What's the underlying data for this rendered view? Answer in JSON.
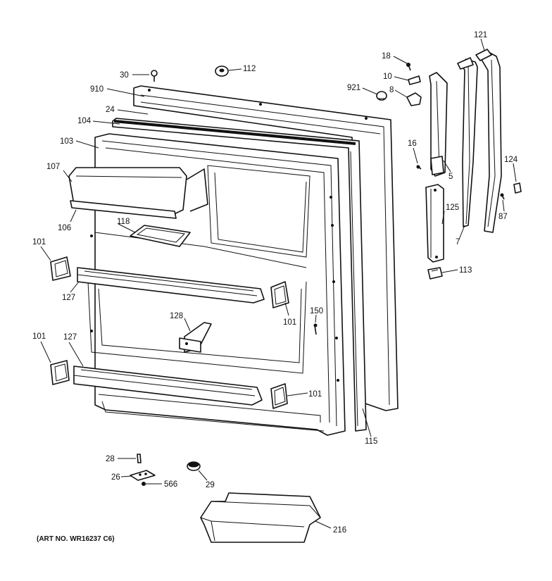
{
  "labels": {
    "p30": "30",
    "p112": "112",
    "p910": "910",
    "p24": "24",
    "p104": "104",
    "p103": "103",
    "p107": "107",
    "p106": "106",
    "p118": "118",
    "p101a": "101",
    "p127a": "127",
    "p128": "128",
    "p101b": "101",
    "p150": "150",
    "p101c": "101",
    "p127b": "127",
    "p101d": "101",
    "p115": "115",
    "p18": "18",
    "p10": "10",
    "p921": "921",
    "p8": "8",
    "p16": "16",
    "p5": "5",
    "p121": "121",
    "p124": "124",
    "p87": "87",
    "p125": "125",
    "p7": "7",
    "p113": "113",
    "p28": "28",
    "p26": "26",
    "p566": "566",
    "p29": "29",
    "p216": "216"
  },
  "art_no": "(ART NO. WR16237 C6)"
}
